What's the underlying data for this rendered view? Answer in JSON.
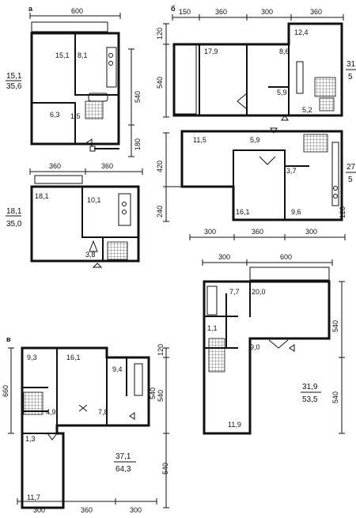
{
  "labels": {
    "a": "а",
    "b": "б",
    "v": "в"
  },
  "plan_a1": {
    "dims_top": [
      "600"
    ],
    "dims_right": [
      "540",
      "180"
    ],
    "areas": [
      "15,1",
      "8,1",
      "6,3",
      "1,5"
    ],
    "total_living": "15,1",
    "total_area": "35,6"
  },
  "plan_a2": {
    "dims_top": [
      "360",
      "360"
    ],
    "areas": [
      "18,1",
      "10,1",
      "3,8"
    ],
    "total_living": "18,1",
    "total_area": "35,0"
  },
  "plan_b1": {
    "dims_top": [
      "150",
      "360",
      "300",
      "360"
    ],
    "dims_left": [
      "120",
      "540"
    ],
    "areas": [
      "17,9",
      "12,4",
      "8,6",
      "5,9",
      "5,2"
    ],
    "total_living": "31",
    "total_area": "5"
  },
  "plan_b2": {
    "dims_left": [
      "420",
      "240"
    ],
    "dims_bottom": [
      "300",
      "360",
      "300"
    ],
    "dims_right": [
      "120"
    ],
    "areas": [
      "11,5",
      "5,9",
      "16,1",
      "3,7",
      "9,6"
    ],
    "total_living": "27",
    "total_area": "5"
  },
  "plan_b3": {
    "dims_top": [
      "300",
      "600"
    ],
    "dims_right": [
      "540",
      "540"
    ],
    "areas": [
      "7,7",
      "20,0",
      "1,1",
      "9,0",
      "11,9"
    ],
    "total_living": "31,9",
    "total_area": "53,5"
  },
  "plan_v": {
    "dims_left": [
      "660"
    ],
    "dims_right": [
      "120",
      "540",
      "540"
    ],
    "dims_mid": [
      "540"
    ],
    "dims_bottom": [
      "300",
      "360",
      "300"
    ],
    "areas": [
      "9,3",
      "16,1",
      "9,4",
      "4,9",
      "7,8",
      "1,3",
      "11,7"
    ],
    "total_living": "37,1",
    "total_area": "64,3"
  }
}
